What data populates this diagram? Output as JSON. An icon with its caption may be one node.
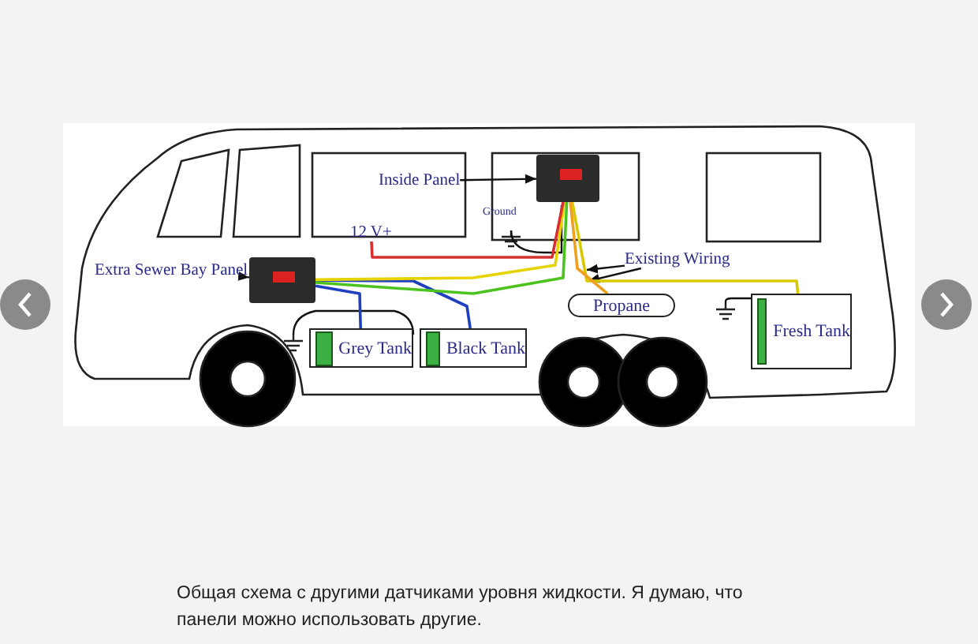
{
  "diagram": {
    "caption": "Общая схема с другими датчиками уровня жидкости. Я думаю, что панели можно использовать другие.",
    "nodes": [
      {
        "text": [
          "Extra Sewer Bay Panel"
        ]
      },
      {
        "text": [],
        "shape": "picture"
      },
      {
        "text": [
          "Inside Panel"
        ]
      },
      {
        "text": [],
        "shape": "picture"
      },
      {
        "text": [
          "Grey Tank"
        ]
      },
      {
        "text": [
          "Black Tank"
        ]
      },
      {
        "text": [
          "Propane"
        ]
      },
      {
        "text": [
          "Fresh Tank"
        ]
      },
      {
        "text": [
          "Existing Wiring"
        ]
      },
      {
        "text": [
          "12 V+"
        ]
      }
    ],
    "edges": [
      {
        "from": 0,
        "to": 1,
        "arrow": "to"
      },
      {
        "from": 2,
        "to": 3,
        "arrow": "to"
      },
      {
        "from": 8,
        "to": null,
        "arrow": "to"
      },
      {
        "from": 8,
        "to": null,
        "arrow": "to"
      },
      {
        "from": 1,
        "to": 4,
        "arrow": "none",
        "color": "#1f3fbf"
      },
      {
        "from": 1,
        "to": 5,
        "arrow": "none",
        "color": "#1f3fbf"
      },
      {
        "from": 1,
        "to": 3,
        "arrow": "none",
        "color": "#e6d400"
      },
      {
        "from": 1,
        "to": 3,
        "arrow": "none",
        "color": "#4cc21f"
      },
      {
        "from": 3,
        "to": 7,
        "arrow": "none",
        "color": "#d8c800"
      },
      {
        "from": 3,
        "to": 6,
        "arrow": "none",
        "color": "#f0a020"
      },
      {
        "from": 9,
        "to": 3,
        "arrow": "none",
        "color": "#d83030"
      }
    ],
    "labels": [
      "Ground"
    ]
  }
}
